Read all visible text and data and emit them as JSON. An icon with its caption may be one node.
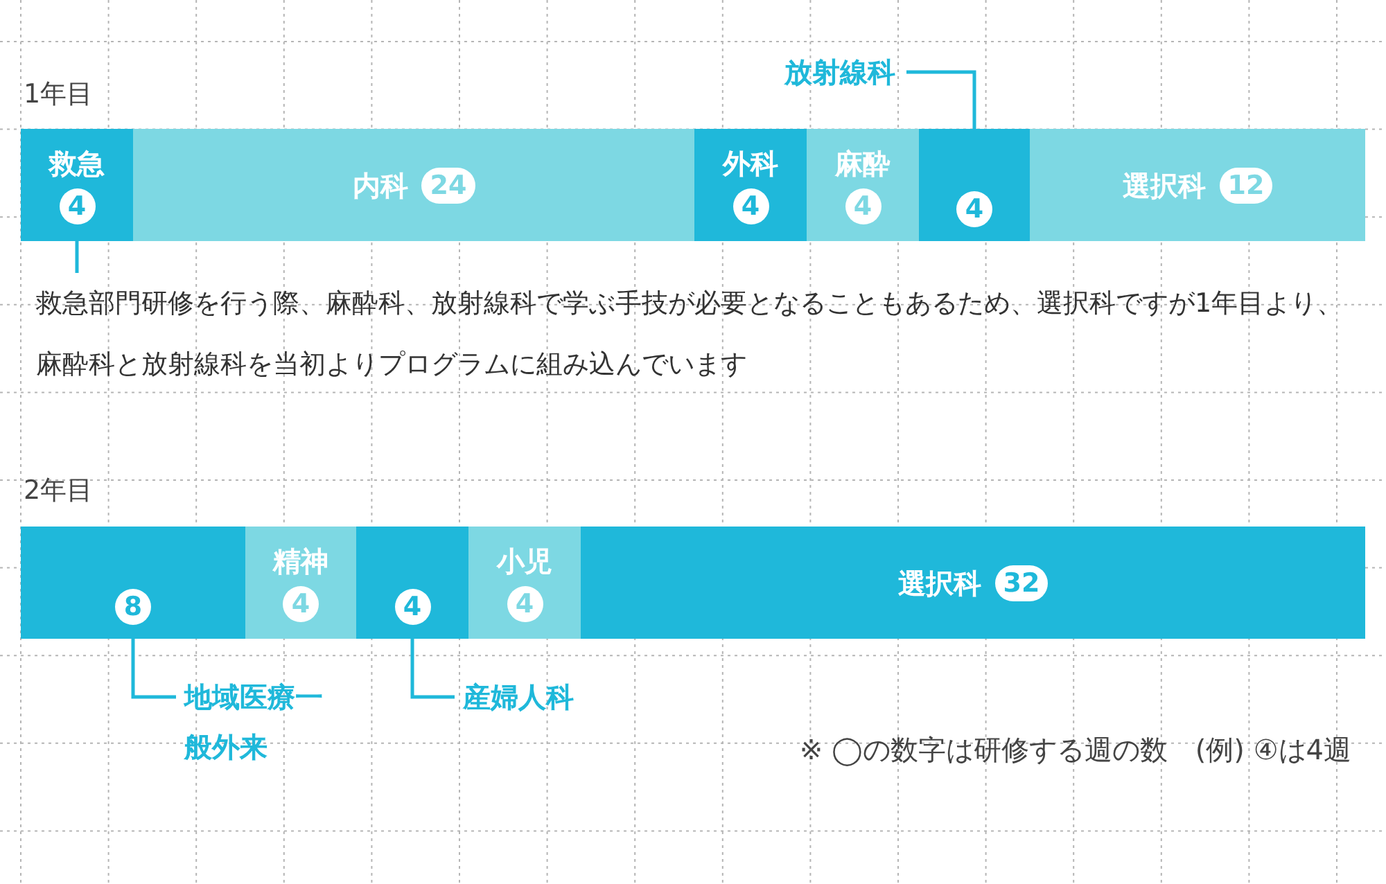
{
  "diagram": {
    "nodes": [
      {
        "text": [
          "救急",
          "4"
        ]
      },
      {
        "text": [
          "内科",
          "24"
        ]
      },
      {
        "text": [
          "外科",
          "4"
        ]
      },
      {
        "text": [
          "麻酔",
          "4"
        ]
      },
      {
        "text": [
          "4"
        ]
      },
      {
        "text": [
          "選択科",
          "12"
        ]
      },
      {
        "text": [
          "放射線科"
        ]
      },
      {
        "text": [
          "救急部門研修を行う際、麻酔科、放射線科で学ぶ手技が必要となることもあるため、選択科ですが1年目より、麻酔科と放射線科を当初よりプログラムに組み込んでいます"
        ]
      },
      {
        "text": [
          "8"
        ]
      },
      {
        "text": [
          "精神",
          "4"
        ]
      },
      {
        "text": [
          "4"
        ]
      },
      {
        "text": [
          "小児",
          "4"
        ]
      },
      {
        "text": [
          "選択科",
          "32"
        ]
      },
      {
        "text": [
          "地域医療一般外来"
        ]
      },
      {
        "text": [
          "産婦人科"
        ]
      }
    ],
    "edges": [
      {
        "from": 6,
        "to": 4,
        "arrow": "none"
      },
      {
        "from": 7,
        "to": 0,
        "arrow": "none"
      },
      {
        "from": 13,
        "to": 8,
        "arrow": "none"
      },
      {
        "from": 14,
        "to": 10,
        "arrow": "none"
      }
    ],
    "labels": [
      "1年目",
      "2年目",
      "※ ◯の数字は研修する週の数　(例) ④は4週"
    ]
  }
}
